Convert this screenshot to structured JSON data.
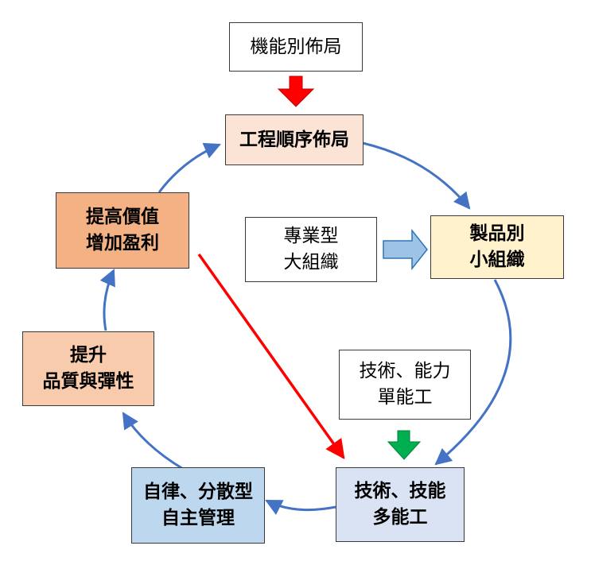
{
  "nodes": {
    "functional_layout": {
      "lines": [
        "機能別佈局"
      ],
      "fill": "#ffffff"
    },
    "process_sequence_layout": {
      "lines": [
        "工程順序佈局"
      ],
      "fill": "#fbe4d5"
    },
    "product_small_org": {
      "lines": [
        "製品別",
        "小組織"
      ],
      "fill": "#fff2cc"
    },
    "specialized_large_org": {
      "lines": [
        "專業型",
        "大組織"
      ],
      "fill": "#ffffff"
    },
    "single_skill_worker": {
      "lines": [
        "技術、能力",
        "單能工"
      ],
      "fill": "#ffffff"
    },
    "multi_skill_worker": {
      "lines": [
        "技術、技能",
        "多能工"
      ],
      "fill": "#dae3f3"
    },
    "autonomous_management": {
      "lines": [
        "自律、分散型",
        "自主管理"
      ],
      "fill": "#bdd7ee"
    },
    "quality_flexibility": {
      "lines": [
        "提升",
        "品質與彈性"
      ],
      "fill": "#f8cbad"
    },
    "value_profit": {
      "lines": [
        "提高價值",
        "增加盈利"
      ],
      "fill": "#f4b183"
    }
  },
  "colors": {
    "cycle_arrow": "#4472c4",
    "red_arrow": "#ff0000",
    "light_blue_arrow": "#9dc3e6",
    "green_arrow": "#00b050"
  }
}
